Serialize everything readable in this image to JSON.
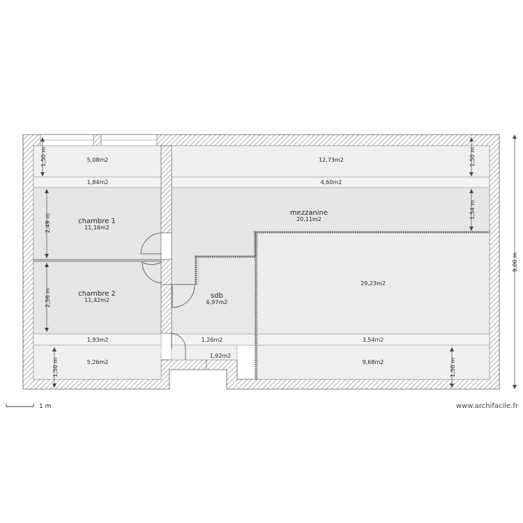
{
  "plan": {
    "rooms": [
      {
        "id": "bedroom1",
        "name": "chambre 1",
        "area": "11,16m2"
      },
      {
        "id": "bedroom2",
        "name": "chambre 2",
        "area": "11,42m2"
      },
      {
        "id": "mezzanine",
        "name": "mezzanine",
        "area": "20,11m2"
      },
      {
        "id": "bathroom",
        "name": "sdb",
        "area": "6,97m2"
      }
    ],
    "areas": [
      "5,08m2",
      "12,73m2",
      "1,84m2",
      "4,60m2",
      "29,23m2",
      "1,93m2",
      "1,26m2",
      "3,54m2",
      "5,26m2",
      "1,92m2",
      "9,68m2"
    ],
    "dimensions": [
      "1,50 m",
      "1,50 m",
      "2,49 m",
      "1,54 m",
      "2,56 m",
      "9,00 m",
      "1,50 m",
      "1,50 m"
    ],
    "scale_label": "1 m",
    "watermark": "www.archifacile.fr",
    "colors": {
      "wall": "#888888",
      "room_fill": "#e6e6e6",
      "strip_fill": "#efefef",
      "line": "#555555"
    }
  }
}
